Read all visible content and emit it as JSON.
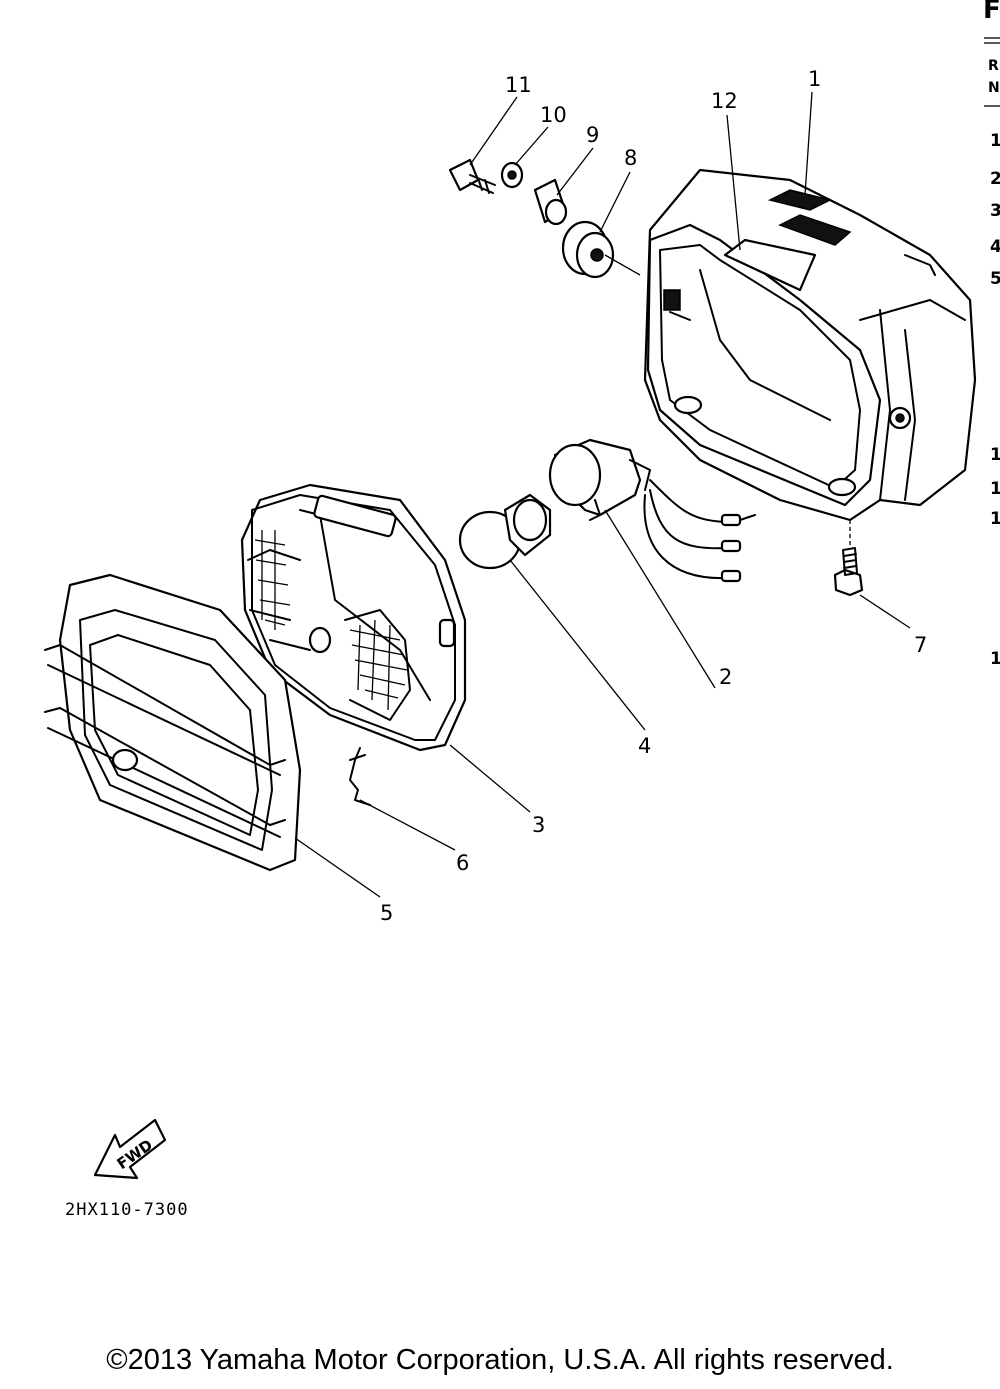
{
  "header": {
    "title_fragment": "F",
    "column_fragments": [
      "R",
      "N"
    ]
  },
  "side_column": [
    "1",
    "2",
    "3",
    "4",
    "5",
    "1",
    "1",
    "1",
    "1"
  ],
  "callouts": [
    {
      "id": "p1",
      "label": "1"
    },
    {
      "id": "p2",
      "label": "2"
    },
    {
      "id": "p3",
      "label": "3"
    },
    {
      "id": "p4",
      "label": "4"
    },
    {
      "id": "p5",
      "label": "5"
    },
    {
      "id": "p6",
      "label": "6"
    },
    {
      "id": "p7",
      "label": "7"
    },
    {
      "id": "p8",
      "label": "8"
    },
    {
      "id": "p9",
      "label": "9"
    },
    {
      "id": "p10",
      "label": "10"
    },
    {
      "id": "p11",
      "label": "11"
    },
    {
      "id": "p12",
      "label": "12"
    }
  ],
  "fwd_label": "FWD",
  "ref_code": "2HX110-7300",
  "copyright": "©2013 Yamaha Motor Corporation, U.S.A. All rights reserved."
}
